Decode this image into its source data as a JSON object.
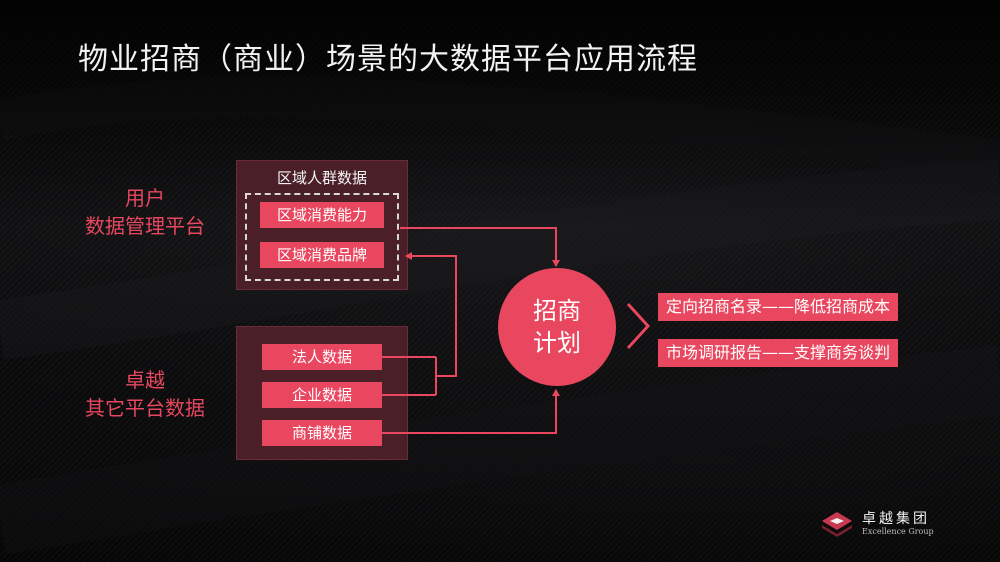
{
  "title": "物业招商（商业）场景的大数据平台应用流程",
  "colors": {
    "accent": "#e8475f",
    "panel": "#4a1f27",
    "background": "#0b0b0c",
    "text_light": "#f2f2f2"
  },
  "left_labels": {
    "user_platform": [
      "用户",
      "数据管理平台"
    ],
    "excellence_platform": [
      "卓越",
      "其它平台数据"
    ]
  },
  "region_group": {
    "title": "区域人群数据",
    "items": [
      "区域消费能力",
      "区域消费品牌"
    ]
  },
  "other_group": {
    "items": [
      "法人数据",
      "企业数据",
      "商铺数据"
    ]
  },
  "center": {
    "lines": [
      "招商",
      "计划"
    ]
  },
  "results": [
    "定向招商名录——降低招商成本",
    "市场调研报告——支撑商务谈判"
  ],
  "logo": {
    "name": "卓越集团",
    "subtitle": "Excellence Group"
  }
}
